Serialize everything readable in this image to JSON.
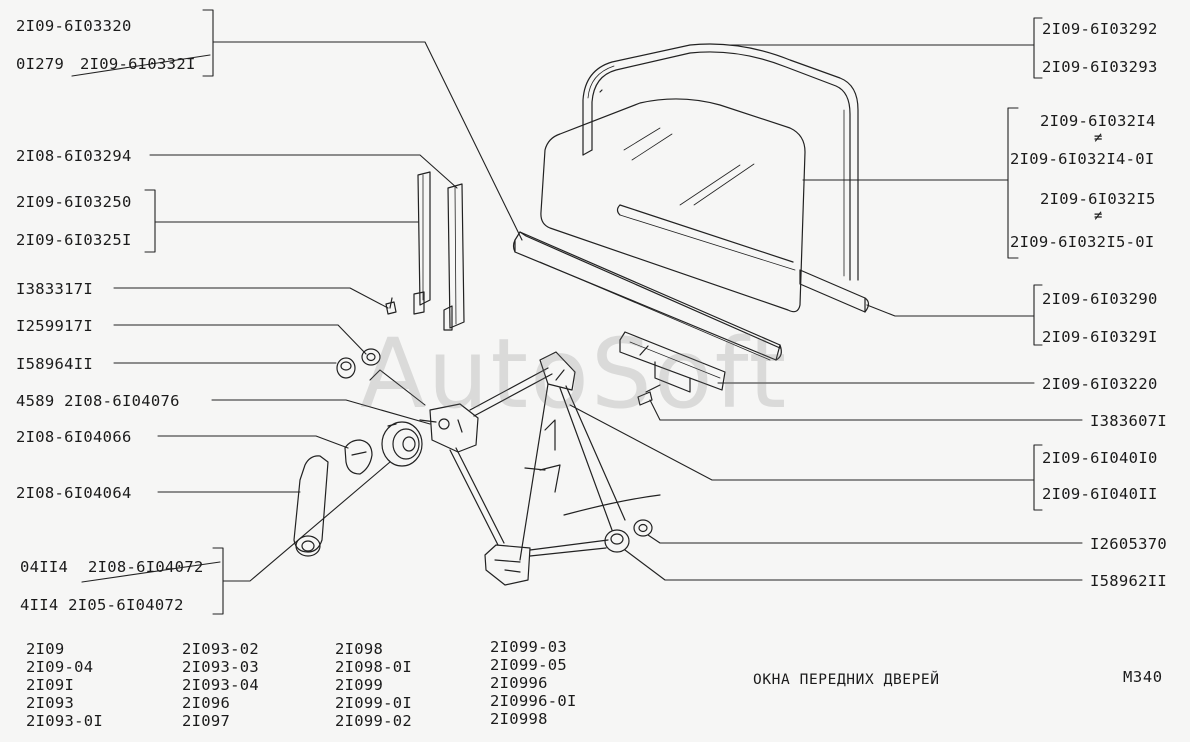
{
  "labels_left": [
    {
      "id": "l1",
      "text": "2I09-6I03320"
    },
    {
      "id": "l2a",
      "text": "0I279"
    },
    {
      "id": "l2b",
      "text": "2I09-6I0332I"
    },
    {
      "id": "l3",
      "text": "2I08-6I03294"
    },
    {
      "id": "l4",
      "text": "2I09-6I03250"
    },
    {
      "id": "l5",
      "text": "2I09-6I0325I"
    },
    {
      "id": "l6",
      "text": "I383317I"
    },
    {
      "id": "l7",
      "text": "I259917I"
    },
    {
      "id": "l8",
      "text": "I58964II"
    },
    {
      "id": "l9",
      "text": "4589 2I08-6I04076"
    },
    {
      "id": "l10",
      "text": "2I08-6I04066"
    },
    {
      "id": "l11",
      "text": "2I08-6I04064"
    },
    {
      "id": "l12a",
      "text": "04II4"
    },
    {
      "id": "l12b",
      "text": "2I08-6I04072"
    },
    {
      "id": "l13",
      "text": "4II4 2I05-6I04072"
    }
  ],
  "labels_right": [
    {
      "id": "r1",
      "text": "2I09-6I03292"
    },
    {
      "id": "r2",
      "text": "2I09-6I03293"
    },
    {
      "id": "r3",
      "text": "2I09-6I032I4"
    },
    {
      "id": "r4",
      "text": "2I09-6I032I4-0I"
    },
    {
      "id": "r5",
      "text": "2I09-6I032I5"
    },
    {
      "id": "r6",
      "text": "2I09-6I032I5-0I"
    },
    {
      "id": "r7",
      "text": "2I09-6I03290"
    },
    {
      "id": "r8",
      "text": "2I09-6I0329I"
    },
    {
      "id": "r9",
      "text": "2I09-6I03220"
    },
    {
      "id": "r10",
      "text": "I383607I"
    },
    {
      "id": "r11",
      "text": "2I09-6I040I0"
    },
    {
      "id": "r12",
      "text": "2I09-6I040II"
    },
    {
      "id": "r13",
      "text": "I2605370"
    },
    {
      "id": "r14",
      "text": "I58962II"
    }
  ],
  "neq_symbol": "≠",
  "models": {
    "col1": [
      "2I09",
      "2I09-04",
      "2I09I",
      "2I093",
      "2I093-0I"
    ],
    "col2": [
      "2I093-02",
      "2I093-03",
      "2I093-04",
      "2I096",
      "2I097"
    ],
    "col3": [
      "2I098",
      "2I098-0I",
      "2I099",
      "2I099-0I",
      "2I099-02"
    ],
    "col4": [
      "2I099-03",
      "2I099-05",
      "2I0996",
      "2I0996-0I",
      "2I0998"
    ]
  },
  "title": "ОКНА ПЕРЕДНИХ ДВЕРЕЙ",
  "page_code": "M340",
  "watermark": "AutoSoft"
}
